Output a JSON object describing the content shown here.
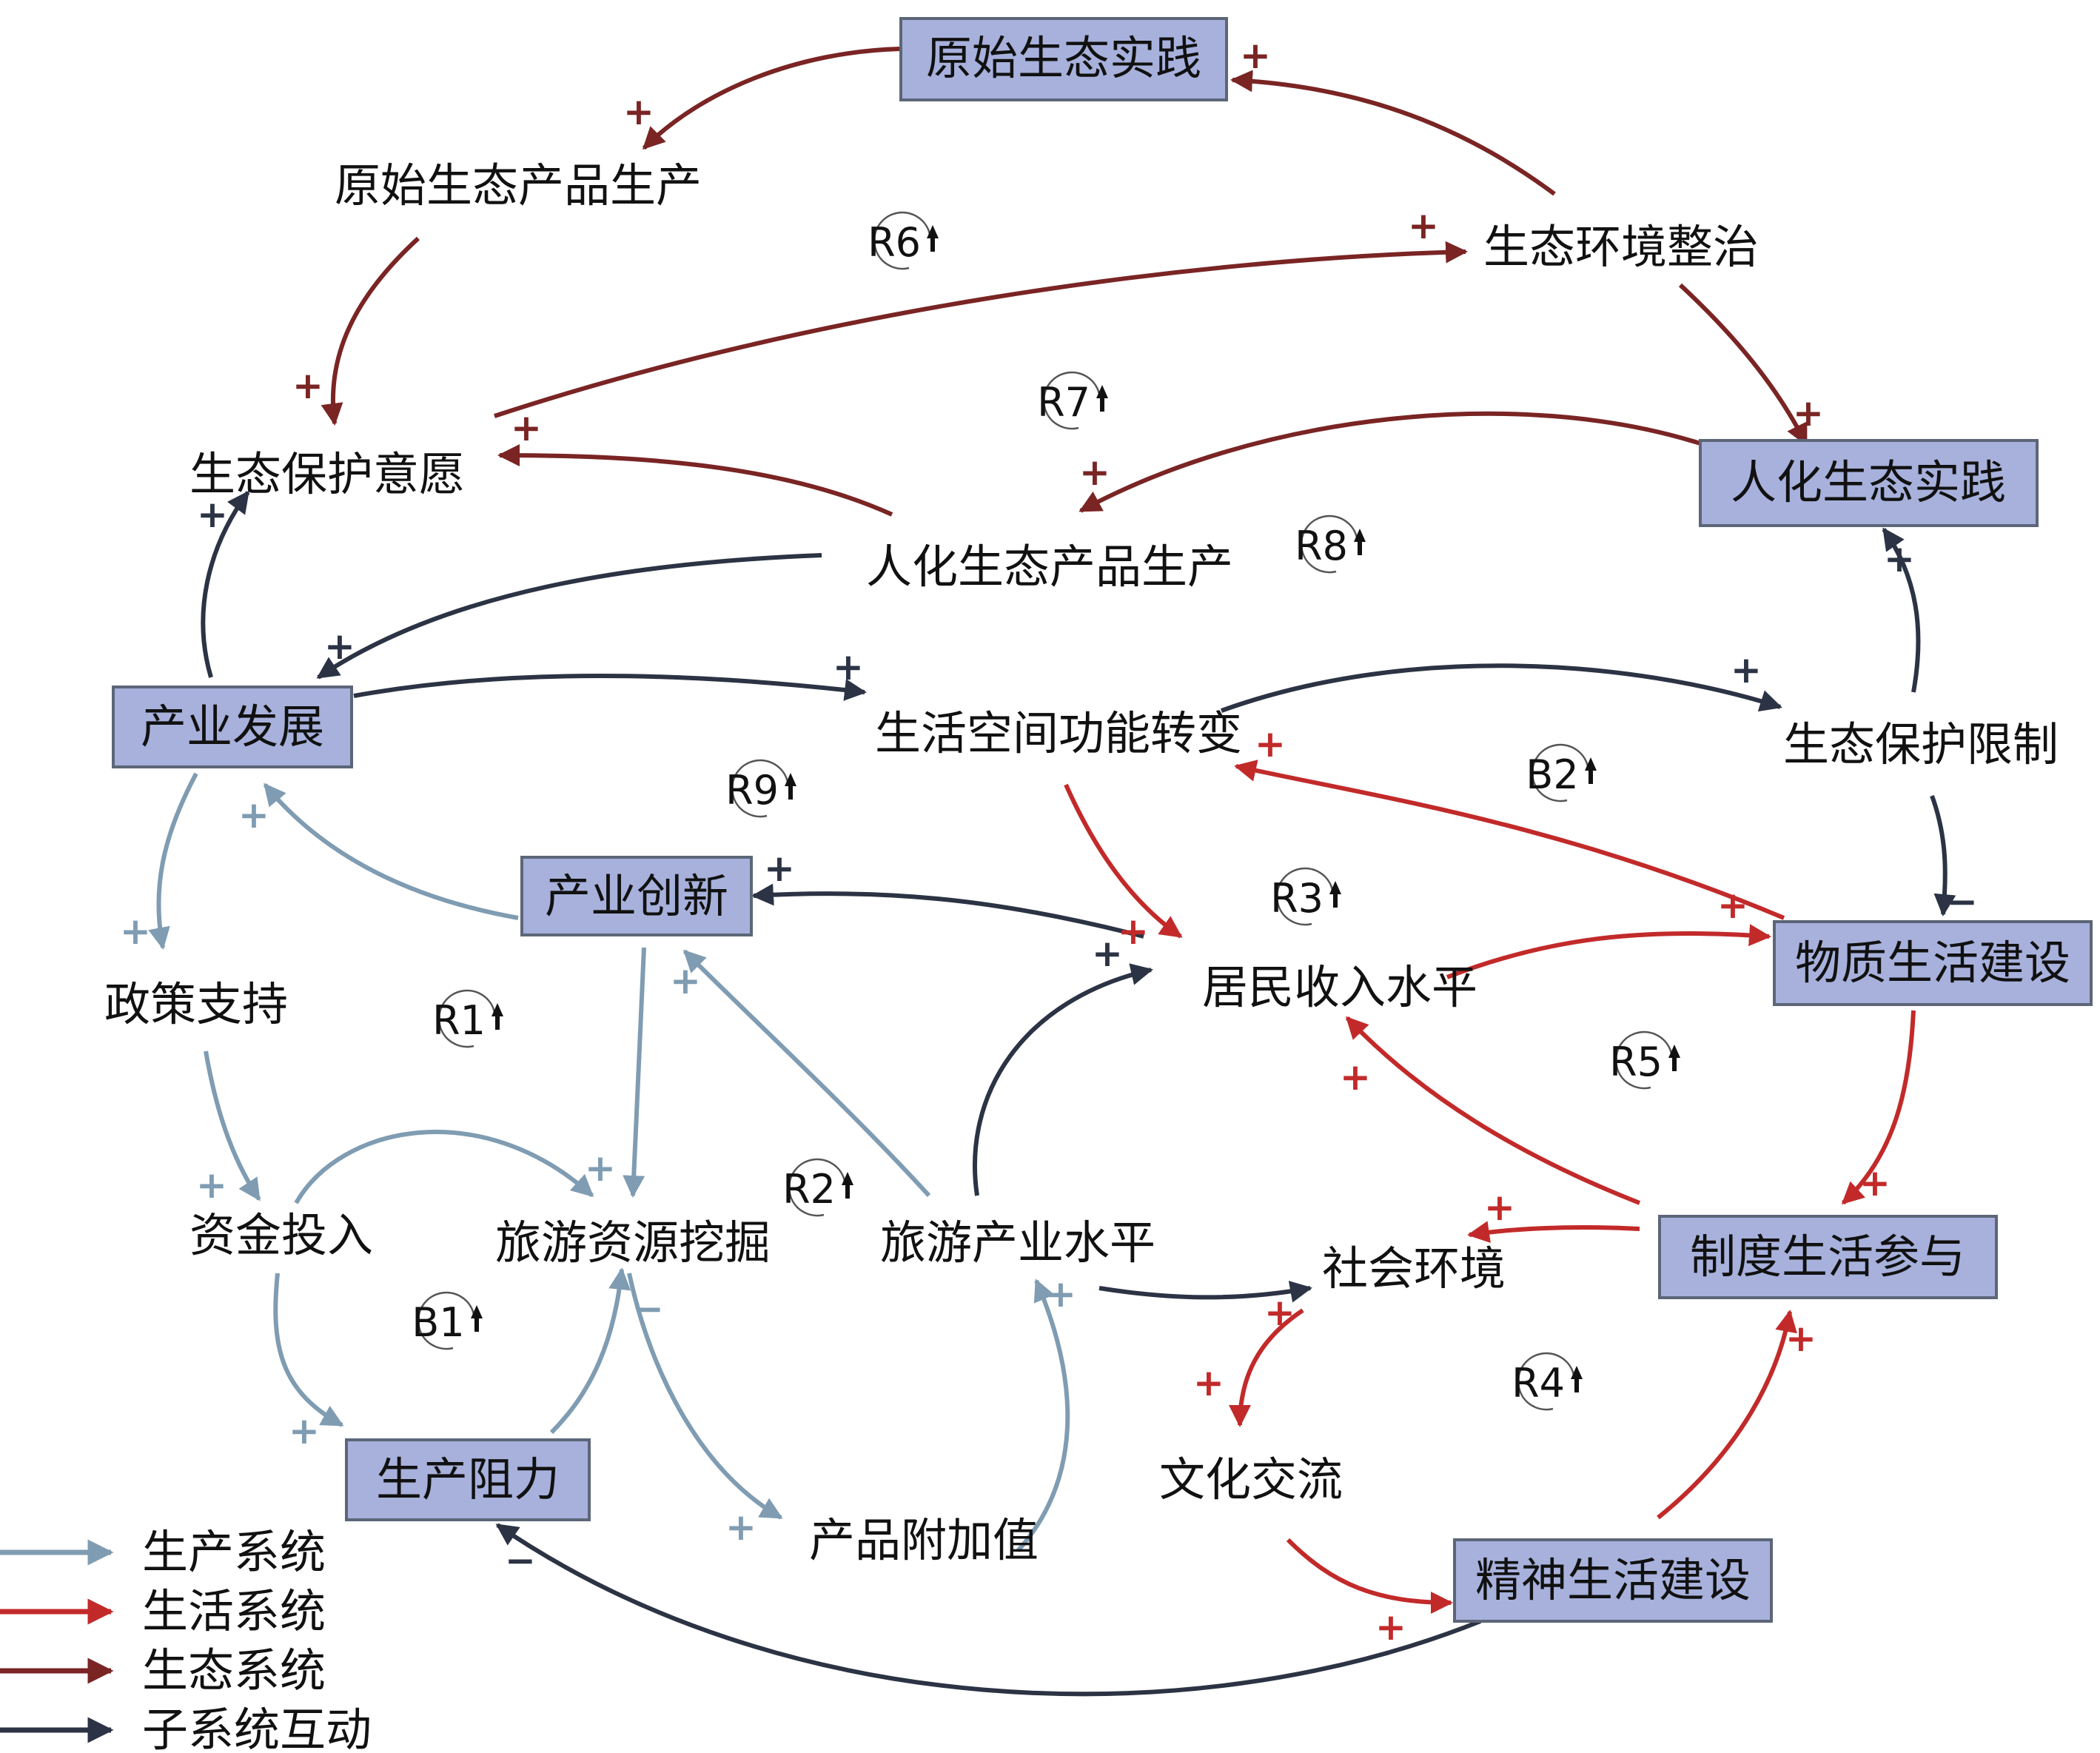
{
  "colors": {
    "production": "#7f9cb2",
    "living": "#c22a2a",
    "ecology": "#7a2424",
    "interaction": "#2b3344",
    "box_fill": "#a7b1dc",
    "box_stroke": "#5c6678"
  },
  "nodes": {
    "primitive_eco_practice": "原始生态实践",
    "primitive_eco_product": "原始生态产品生产",
    "eco_environment_governance": "生态环境整治",
    "eco_protection_willingness": "生态保护意愿",
    "humanized_eco_practice": "人化生态实践",
    "humanized_eco_product": "人化生态产品生产",
    "industry_development": "产业发展",
    "living_space_transform": "生活空间功能转变",
    "eco_protection_restriction": "生态保护限制",
    "industry_innovation": "产业创新",
    "resident_income": "居民收入水平",
    "material_life": "物质生活建设",
    "policy_support": "政策支持",
    "capital_input": "资金投入",
    "tourism_resource": "旅游资源挖掘",
    "tourism_industry": "旅游产业水平",
    "social_environment": "社会环境",
    "institutional_life": "制度生活参与",
    "production_resistance": "生产阻力",
    "cultural_exchange": "文化交流",
    "product_value_added": "产品附加值",
    "spiritual_life": "精神生活建设"
  },
  "loops": [
    "R6",
    "R7",
    "R8",
    "R9",
    "B2",
    "R3",
    "R1",
    "R5",
    "R2",
    "B1",
    "R4"
  ],
  "signs": {
    "plus": "+",
    "minus": "−"
  },
  "legend": [
    {
      "label": "生产系统",
      "color": "#7f9cb2"
    },
    {
      "label": "生活系统",
      "color": "#c22a2a"
    },
    {
      "label": "生态系统",
      "color": "#7a2424"
    },
    {
      "label": "子系统互动",
      "color": "#2b3344"
    }
  ]
}
